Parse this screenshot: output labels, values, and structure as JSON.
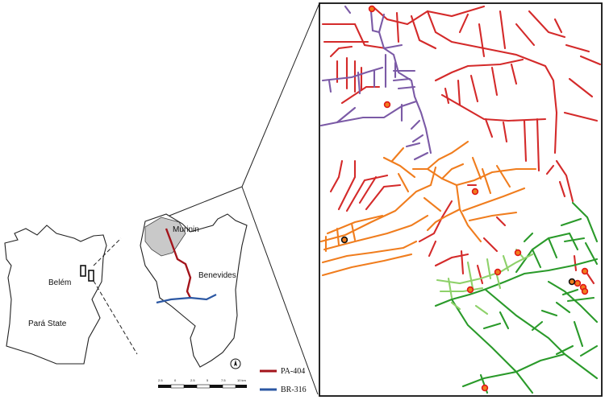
{
  "labels": {
    "belem": "Belém",
    "para_state": "Pará State",
    "murinin": "Murinin",
    "benevides": "Benevides"
  },
  "legend": {
    "items": [
      {
        "label": "PA-404",
        "color": "#a3141b"
      },
      {
        "label": "BR-316",
        "color": "#2b57a3"
      }
    ]
  },
  "scalebar": {
    "ticks": [
      "2.5",
      "0",
      "2.5",
      "5",
      "7.5",
      "10 km"
    ]
  },
  "colors": {
    "red": "#d42a2a",
    "purple": "#7b5aa6",
    "orange": "#f07d1e",
    "dark_green": "#2a9a2a",
    "light_green": "#8ed16a",
    "marker_fill": "#f07d1e",
    "marker_stroke": "#e01818"
  },
  "icons": {
    "north_arrow": "north-arrow-icon",
    "site_marker": "circle-marker-icon"
  }
}
